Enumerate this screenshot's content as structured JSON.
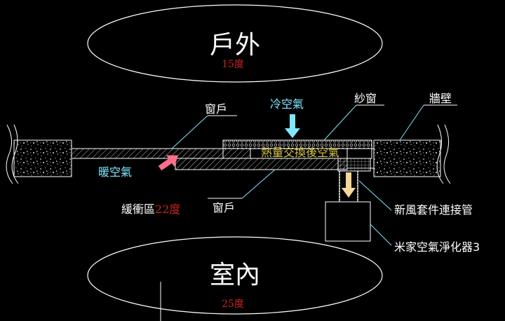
{
  "outdoor": {
    "label": "戶外",
    "temp": "15度"
  },
  "indoor": {
    "label": "室內",
    "temp": "25度"
  },
  "labels": {
    "window_top": "窗戶",
    "cold_air": "冷空氣",
    "screen": "紗窗",
    "wall": "牆壁",
    "warm_air": "暖空氣",
    "exchanged_air": "熱量交換後空氣",
    "buffer": "緩衝區",
    "buffer_temp": "22度",
    "window_bottom": "窗戶",
    "connector": "新風套件連接管",
    "purifier": "米家空氣淨化器3"
  },
  "colors": {
    "line": "#ffffff",
    "cyan": "#7fe8ff",
    "temp_red": "#cc2222",
    "yellow": "#d8c848",
    "warm_arrow": "#ff6f8a",
    "pipe_arrow": "#f5d79a",
    "gray": "#9a9a9a"
  }
}
